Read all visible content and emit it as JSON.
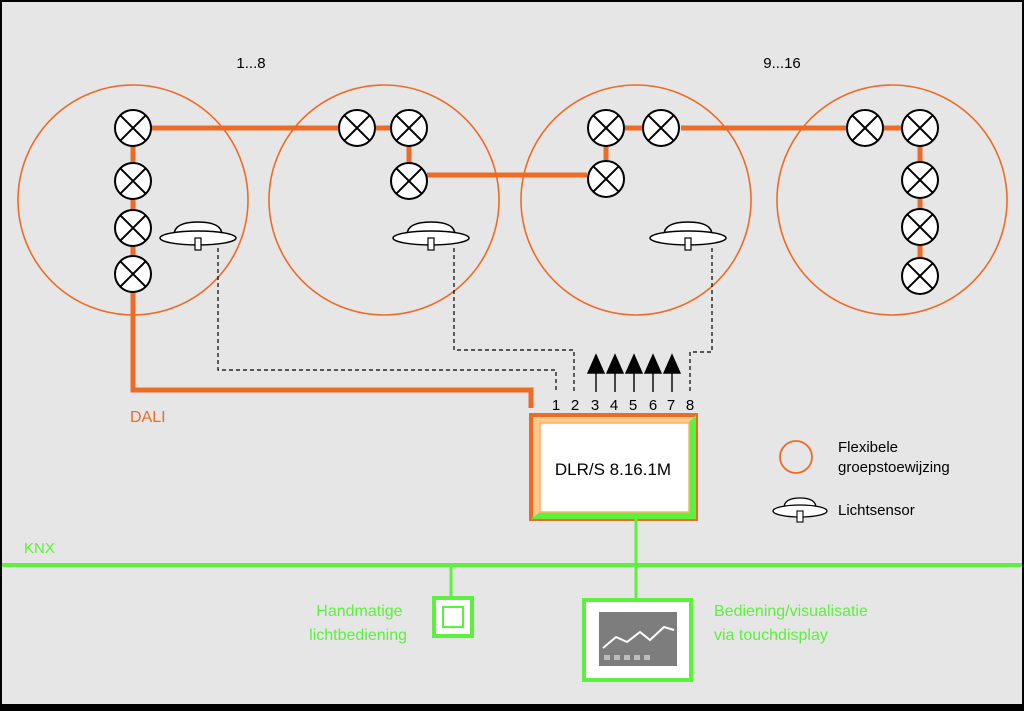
{
  "colors": {
    "background": "#e6e6e6",
    "dali_orange": "#ee6b25",
    "knx_green": "#5af23a",
    "device_fill": "#ffffff",
    "device_inner_border": "#ffc98a",
    "line_black": "#000000"
  },
  "groups": {
    "left_label": "1...8",
    "right_label": "9...16"
  },
  "bus": {
    "dali_label": "DALI",
    "knx_label": "KNX"
  },
  "device": {
    "name": "DLR/S 8.16.1M",
    "terminals": [
      "1",
      "2",
      "3",
      "4",
      "5",
      "6",
      "7",
      "8"
    ]
  },
  "legend": {
    "group_assignment": "Flexibele\ngroepstoewijzing",
    "light_sensor": "Lichtsensor"
  },
  "knx_devices": {
    "manual_control": "Handmatige\nlichtbediening",
    "touch_display": "Bediening/visualisatie\nvia touchdisplay"
  },
  "icons": {
    "lamp": "lamp-icon",
    "sensor": "light-sensor-icon",
    "push_button": "push-button-icon",
    "touch_display": "touch-display-icon"
  }
}
